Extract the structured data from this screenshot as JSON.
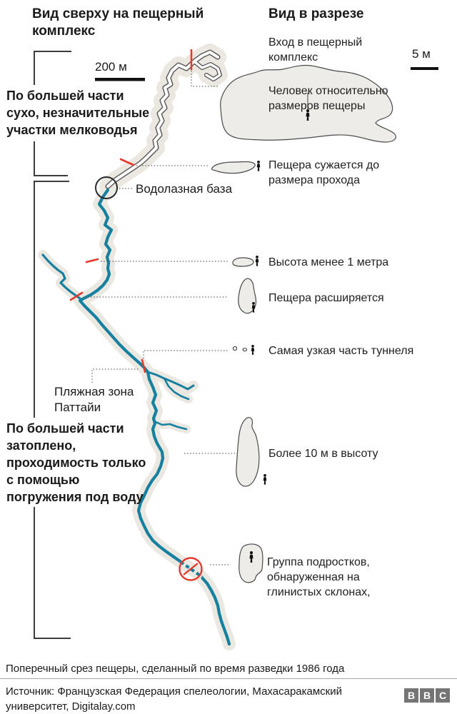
{
  "titles": {
    "top_view": {
      "lines": [
        "Вид сверху на пещерный",
        "комплекс"
      ]
    },
    "section_view": "Вид в разрезе"
  },
  "scales": {
    "map": "200 м",
    "section": "5 м"
  },
  "map_annotations": {
    "dry": {
      "lines": [
        "По большей части",
        "сухо, незначительные",
        "участки мелководья"
      ]
    },
    "diving_base": "Водолазная база",
    "pattaya": {
      "lines": [
        "Пляжная зона",
        "Паттайи"
      ]
    },
    "flooded": {
      "lines": [
        "По большей части",
        "затоплено,",
        "проходимость только",
        "с помощью",
        "погружения под воду"
      ]
    }
  },
  "section_labels": {
    "entrance": {
      "lines": [
        "Вход в пещерный",
        "комплекс"
      ]
    },
    "person_scale": {
      "lines": [
        "Человек относительно",
        "размеров пещеры"
      ]
    },
    "narrows": {
      "lines": [
        "Пещера сужается до",
        "размера прохода"
      ]
    },
    "low_height": "Высота менее 1 метра",
    "widens": "Пещера расширяется",
    "narrowest": "Самая узкая часть туннеля",
    "tall": "Более 10 м в высоту",
    "group_found": {
      "lines": [
        "Группа подростков,",
        "обнаруженная на",
        "глинистых склонах,"
      ]
    }
  },
  "footer": {
    "note": "Поперечный срез пещеры, сделанный по время разведки 1986 года",
    "source": {
      "lines": [
        "Источник: Французская Федерация спелеологии, Махасаракамский",
        "университет, Digitalay.com"
      ]
    },
    "logo": [
      "B",
      "B",
      "C"
    ]
  },
  "colors": {
    "flooded_path": "#15809f",
    "halo": "#ebe7e1",
    "cave_fill": "#edece8",
    "cave_stroke": "#4a4a4a",
    "marker_red": "#e6392e"
  }
}
